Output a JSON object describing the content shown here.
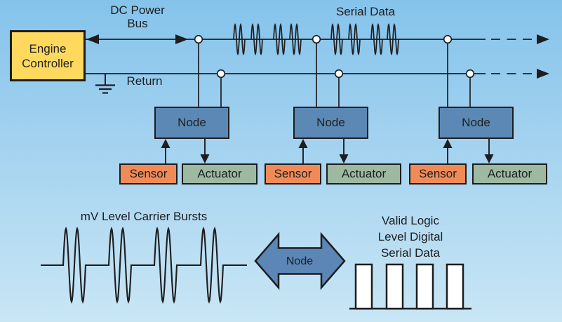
{
  "colors": {
    "bg_top": "#85c3eb",
    "bg_bottom": "#c9e6f5",
    "line": "#1d1d1f",
    "engine_controller_fill": "#ffd95e",
    "node_fill": "#5b88b4",
    "sensor_fill": "#f08b58",
    "actuator_fill": "#9db9a0",
    "arrow_fill": "#5b86b6",
    "pulse_fill": "#ffffff",
    "dot_fill": "#ffffff"
  },
  "top_diagram": {
    "engine_controller_lines": [
      "Engine",
      "Controller"
    ],
    "dc_power_bus_lines": [
      "DC Power",
      "Bus"
    ],
    "serial_data_label": "Serial Data",
    "return_label": "Return",
    "nodes": [
      {
        "label": "Node"
      },
      {
        "label": "Node"
      },
      {
        "label": "Node"
      }
    ],
    "sensors": [
      {
        "label": "Sensor"
      },
      {
        "label": "Sensor"
      },
      {
        "label": "Sensor"
      }
    ],
    "actuators": [
      {
        "label": "Actuator"
      },
      {
        "label": "Actuator"
      },
      {
        "label": "Actuator"
      }
    ],
    "bus_burst_count": 8,
    "bus_burst_cycles_each": 2
  },
  "bottom_diagram": {
    "carrier_bursts_label": "mV Level Carrier Bursts",
    "node_arrow_label": "Node",
    "digital_label_lines": [
      "Valid Logic",
      "Level Digital",
      "Serial Data"
    ],
    "carrier_burst_count": 4,
    "digital_pulse_count": 4
  }
}
